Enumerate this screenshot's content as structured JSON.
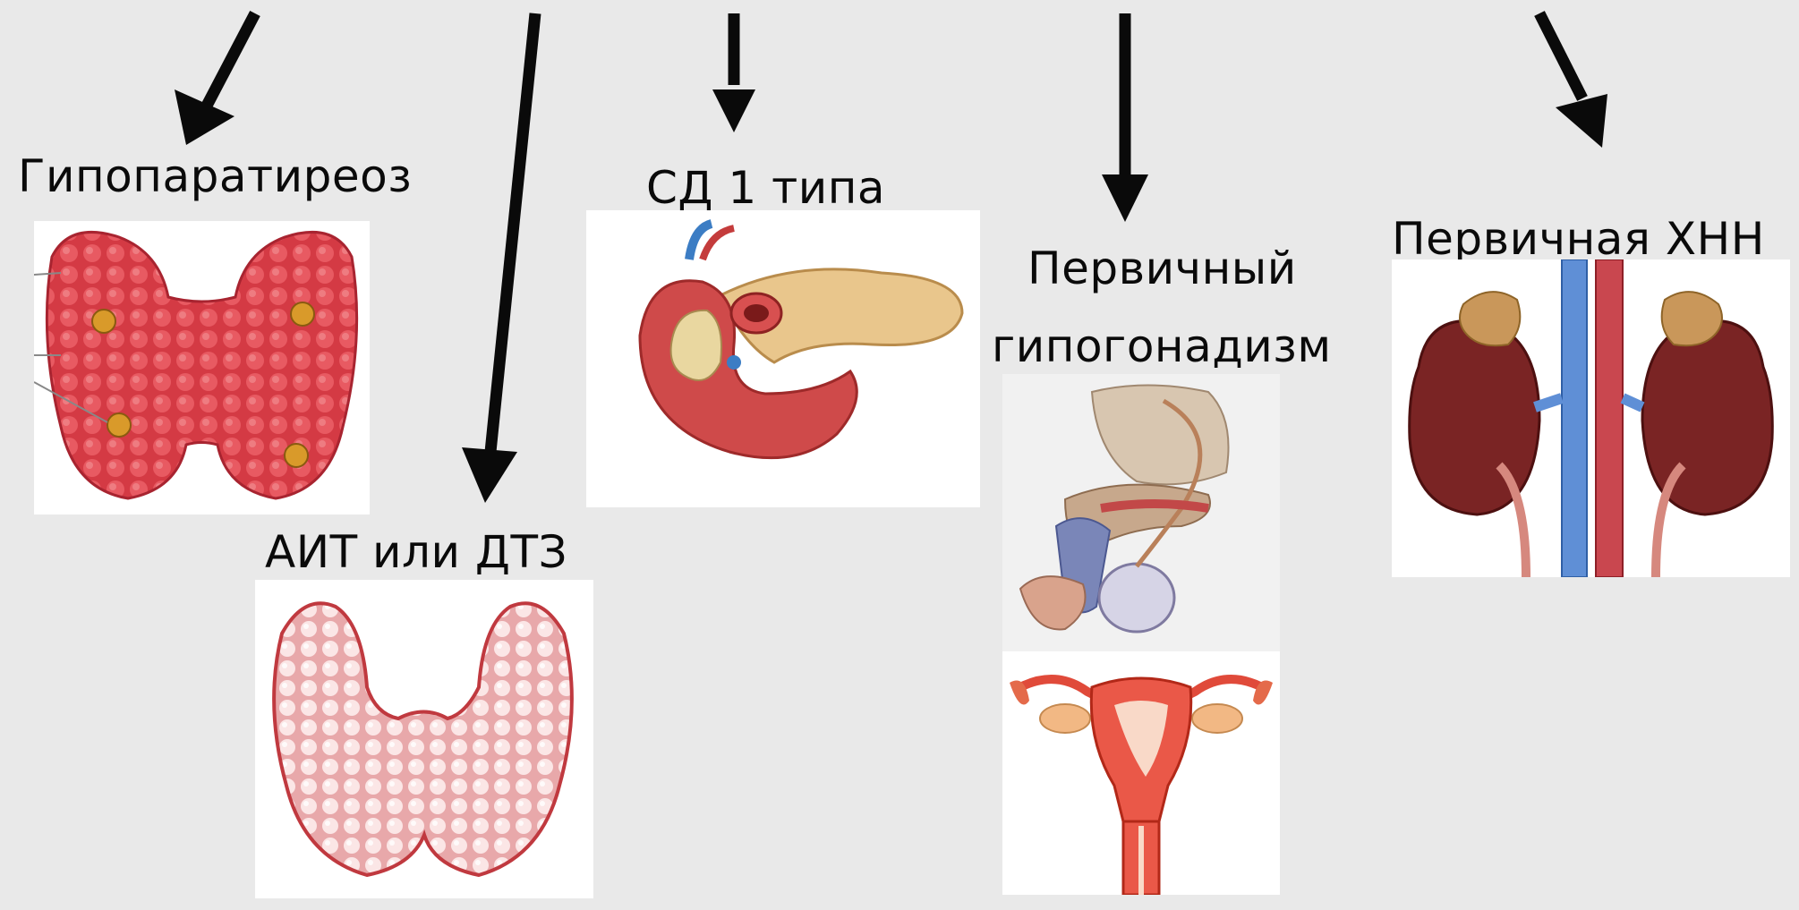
{
  "diagram": {
    "labels": {
      "hypoparathyroidism": "Гипопаратиреоз",
      "diabetes_type1": "СД 1 типа",
      "primary_hypogonadism_line1": "Первичный",
      "primary_hypogonadism_line2": "гипогонадизм",
      "primary_adrenal_insufficiency": "Первичная ХНН",
      "ait_or_dtz": "АИТ или ДТЗ"
    },
    "images": [
      {
        "name": "parathyroid",
        "subject": "thyroid with parathyroid glands"
      },
      {
        "name": "thyroid",
        "subject": "thyroid gland"
      },
      {
        "name": "pancreas",
        "subject": "pancreas with duodenum"
      },
      {
        "name": "male-reproductive",
        "subject": "male reproductive organs"
      },
      {
        "name": "female-reproductive",
        "subject": "uterus and ovaries"
      },
      {
        "name": "kidneys-adrenals",
        "subject": "kidneys with adrenal glands"
      }
    ],
    "colors": {
      "background": "#eaeaea",
      "arrow": "#0a0a0a",
      "text": "#0a0a0a",
      "tissue_red": "#d8454a",
      "adrenal_tan": "#c9975a"
    }
  }
}
